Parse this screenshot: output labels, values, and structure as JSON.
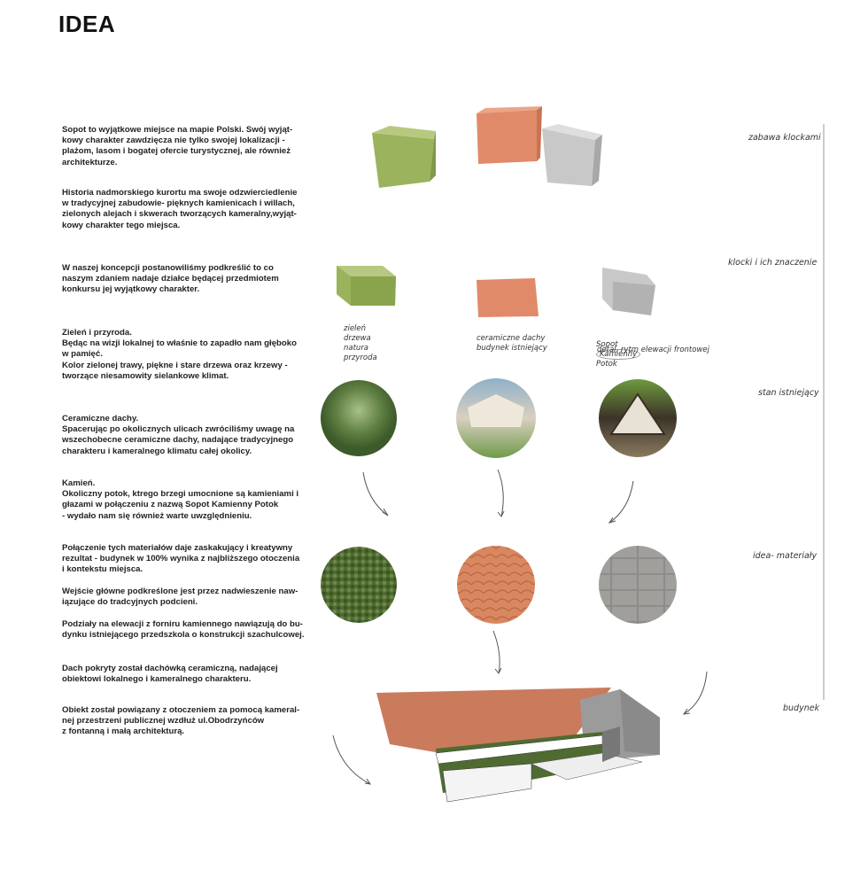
{
  "title": "IDEA",
  "paragraphs": [
    "Sopot to wyjątkowe miejsce na mapie Polski. Swój wyjąt-\nkowy charakter zawdzięcza nie tylko swojej lokalizacji  -\nplażom, lasom i bogatej ofercie turystycznej, ale również\narchitekturze.",
    "Historia nadmorskiego kurortu ma swoje odzwierciedlenie\nw tradycyjnej zabudowie-  pięknych  kamienicach i willach,\nzielonych alejach i skwerach tworzących kameralny,wyjąt-\nkowy charakter tego miejsca.",
    "W naszej koncepcji postanowiliśmy podkreślić to co\nnaszym zdaniem nadaje działce będącej przedmiotem\nkonkursu jej wyjątkowy charakter.",
    "Zieleń i przyroda.\nBędąc na wizji lokalnej to właśnie to zapadło nam głęboko\nw pamięć.\nKolor zielonej trawy, piękne i stare drzewa oraz  krzewy  -\ntworzące niesamowity sielankowe klimat.",
    "Ceramiczne dachy.\nSpacerując po okolicznych ulicach zwróciliśmy uwagę na\nwszechobecne ceramiczne dachy, nadające tradycyjnego\ncharakteru i kameralnego klimatu całej okolicy.",
    "Kamień.\nOkoliczny potok, ktrego brzegi umocnione są kamieniami i\ngłazami w połączeniu z nazwą Sopot Kamienny Potok\n- wydało nam  się również warte uwzględnieniu.",
    "Połączenie tych materiałów daje zaskakujący i kreatywny\nrezultat - budynek w 100% wynika  z najbliższego otoczenia\ni kontekstu miejsca.",
    "Wejście główne podkreślone jest przez nadwieszenie naw-\niązujące do tradcyjnych podcieni.",
    "Podziały na elewacji z forniru kamiennego nawiązują do bu-\ndynku istniejącego przedszkola o konstrukcji szachulcowej.",
    "Dach pokryty został dachówką ceramiczną, nadającej\nobiektowi lokalnego i kameralnego charakteru.",
    "Obiekt został powiązany z otoczeniem za pomocą kameral-\nnej przestrzeni publicznej wzdłuż ul.Obodrzyńców\n z fontanną i małą architekturą."
  ],
  "side_labels": [
    "zabawa klockami",
    "klocki i ich znaczenie",
    "stan istniejący",
    "idea- materiały",
    "budynek"
  ],
  "annotations": {
    "green": "zieleń\ndrzewa\nnatura\nprzyroda",
    "orange": "ceramiczne dachy\nbudynek istniejący",
    "grey_line1_a": "Sopot",
    "grey_line1_b": "Kamienny",
    "grey_line1_c": "Potok",
    "grey_line2": "detal, rytm elewacji frontowej"
  },
  "colors": {
    "green": "#9bb35c",
    "orange": "#e08a6a",
    "grey": "#c8c8c8",
    "roof": "#c97b5c"
  }
}
